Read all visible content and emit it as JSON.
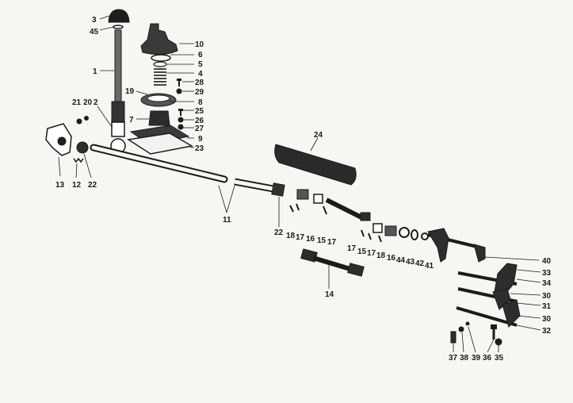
{
  "diagram": {
    "part_numbers": [
      "1",
      "2",
      "3",
      "4",
      "5",
      "6",
      "7",
      "8",
      "9",
      "10",
      "11",
      "12",
      "13",
      "14",
      "15",
      "16",
      "17",
      "18",
      "19",
      "20",
      "21",
      "22",
      "23",
      "24",
      "25",
      "26",
      "27",
      "28",
      "29",
      "30",
      "31",
      "32",
      "33",
      "34",
      "35",
      "36",
      "37",
      "38",
      "39",
      "40",
      "41",
      "42",
      "43",
      "44",
      "45"
    ],
    "labels": [
      {
        "id": "l3",
        "text": "3"
      },
      {
        "id": "l45",
        "text": "45"
      },
      {
        "id": "l10",
        "text": "10"
      },
      {
        "id": "l6",
        "text": "6"
      },
      {
        "id": "l5",
        "text": "5"
      },
      {
        "id": "l4",
        "text": "4"
      },
      {
        "id": "l28",
        "text": "28"
      },
      {
        "id": "l29",
        "text": "29"
      },
      {
        "id": "l8",
        "text": "8"
      },
      {
        "id": "l1",
        "text": "1"
      },
      {
        "id": "l19",
        "text": "19"
      },
      {
        "id": "l25",
        "text": "25"
      },
      {
        "id": "l26",
        "text": "26"
      },
      {
        "id": "l27",
        "text": "27"
      },
      {
        "id": "l7",
        "text": "7"
      },
      {
        "id": "l9",
        "text": "9"
      },
      {
        "id": "l23",
        "text": "23"
      },
      {
        "id": "l21",
        "text": "21"
      },
      {
        "id": "l20",
        "text": "20"
      },
      {
        "id": "l2",
        "text": "2"
      },
      {
        "id": "l24",
        "text": "24"
      },
      {
        "id": "l13",
        "text": "13"
      },
      {
        "id": "l12",
        "text": "12"
      },
      {
        "id": "l22a",
        "text": "22"
      },
      {
        "id": "l11",
        "text": "11"
      },
      {
        "id": "l22b",
        "text": "22"
      },
      {
        "id": "l18a",
        "text": "18"
      },
      {
        "id": "l17a",
        "text": "17"
      },
      {
        "id": "l16a",
        "text": "16"
      },
      {
        "id": "l15a",
        "text": "15"
      },
      {
        "id": "l17b",
        "text": "17"
      },
      {
        "id": "l17c",
        "text": "17"
      },
      {
        "id": "l15b",
        "text": "15"
      },
      {
        "id": "l17d",
        "text": "17"
      },
      {
        "id": "l18b",
        "text": "18"
      },
      {
        "id": "l16b",
        "text": "16"
      },
      {
        "id": "l44",
        "text": "44"
      },
      {
        "id": "l43",
        "text": "43"
      },
      {
        "id": "l42",
        "text": "42"
      },
      {
        "id": "l41",
        "text": "41"
      },
      {
        "id": "l40",
        "text": "40"
      },
      {
        "id": "l33",
        "text": "33"
      },
      {
        "id": "l34",
        "text": "34"
      },
      {
        "id": "l30a",
        "text": "30"
      },
      {
        "id": "l31",
        "text": "31"
      },
      {
        "id": "l30b",
        "text": "30"
      },
      {
        "id": "l32",
        "text": "32"
      },
      {
        "id": "l14",
        "text": "14"
      },
      {
        "id": "l37",
        "text": "37"
      },
      {
        "id": "l38",
        "text": "38"
      },
      {
        "id": "l39",
        "text": "39"
      },
      {
        "id": "l36",
        "text": "36"
      },
      {
        "id": "l35",
        "text": "35"
      }
    ]
  },
  "colors": {
    "background": "#f7f6f3",
    "ink": "#1b1b1b"
  }
}
